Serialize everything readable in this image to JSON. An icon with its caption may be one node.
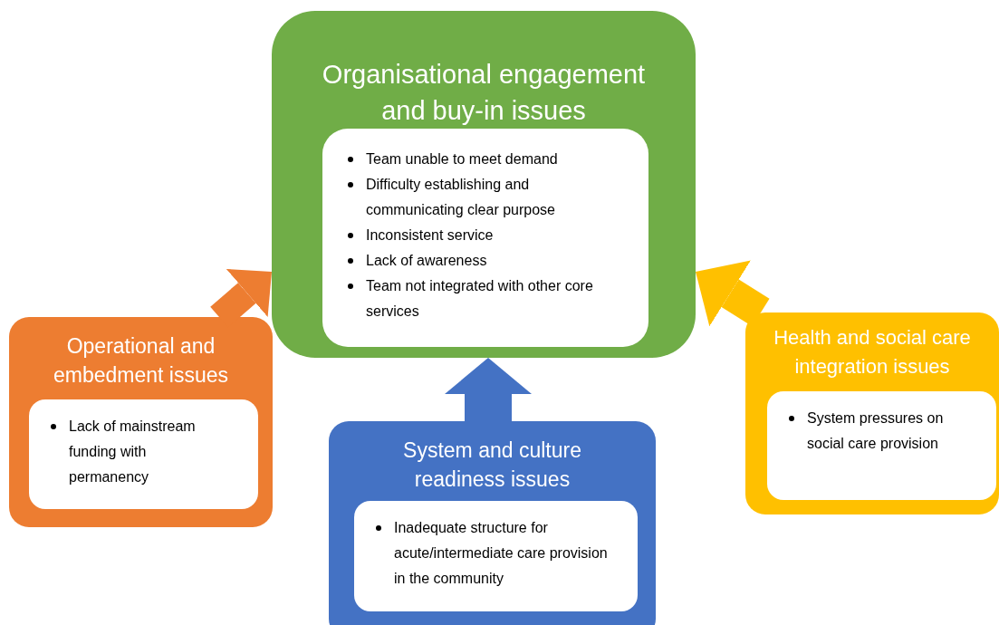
{
  "diagram": {
    "nodes": [
      {
        "text": [
          "Organisational engagement and buy-in issues"
        ]
      },
      {
        "text": [
          "Team unable to meet demand",
          "Difficulty establishing and communicating clear purpose",
          "Inconsistent service",
          "Lack of awareness",
          "Team not integrated with other core services"
        ],
        "in": 0
      },
      {
        "text": [
          "Operational and embedment issues"
        ]
      },
      {
        "text": [
          "Lack of mainstream funding with permanency"
        ],
        "in": 2
      },
      {
        "text": [
          "System and culture readiness issues"
        ]
      },
      {
        "text": [
          "Inadequate structure for acute/intermediate care provision in the community"
        ],
        "in": 4
      },
      {
        "text": [
          "Health and social care integration issues"
        ]
      },
      {
        "text": [
          "System pressures on social care provision"
        ],
        "in": 6
      }
    ],
    "edges": [
      {
        "from": 2,
        "to": 0,
        "arrow": "to",
        "color": "#ed7d31"
      },
      {
        "from": 4,
        "to": 0,
        "arrow": "to",
        "color": "#4472c4"
      },
      {
        "from": 6,
        "to": 0,
        "arrow": "to",
        "color": "#ffc000"
      }
    ]
  }
}
